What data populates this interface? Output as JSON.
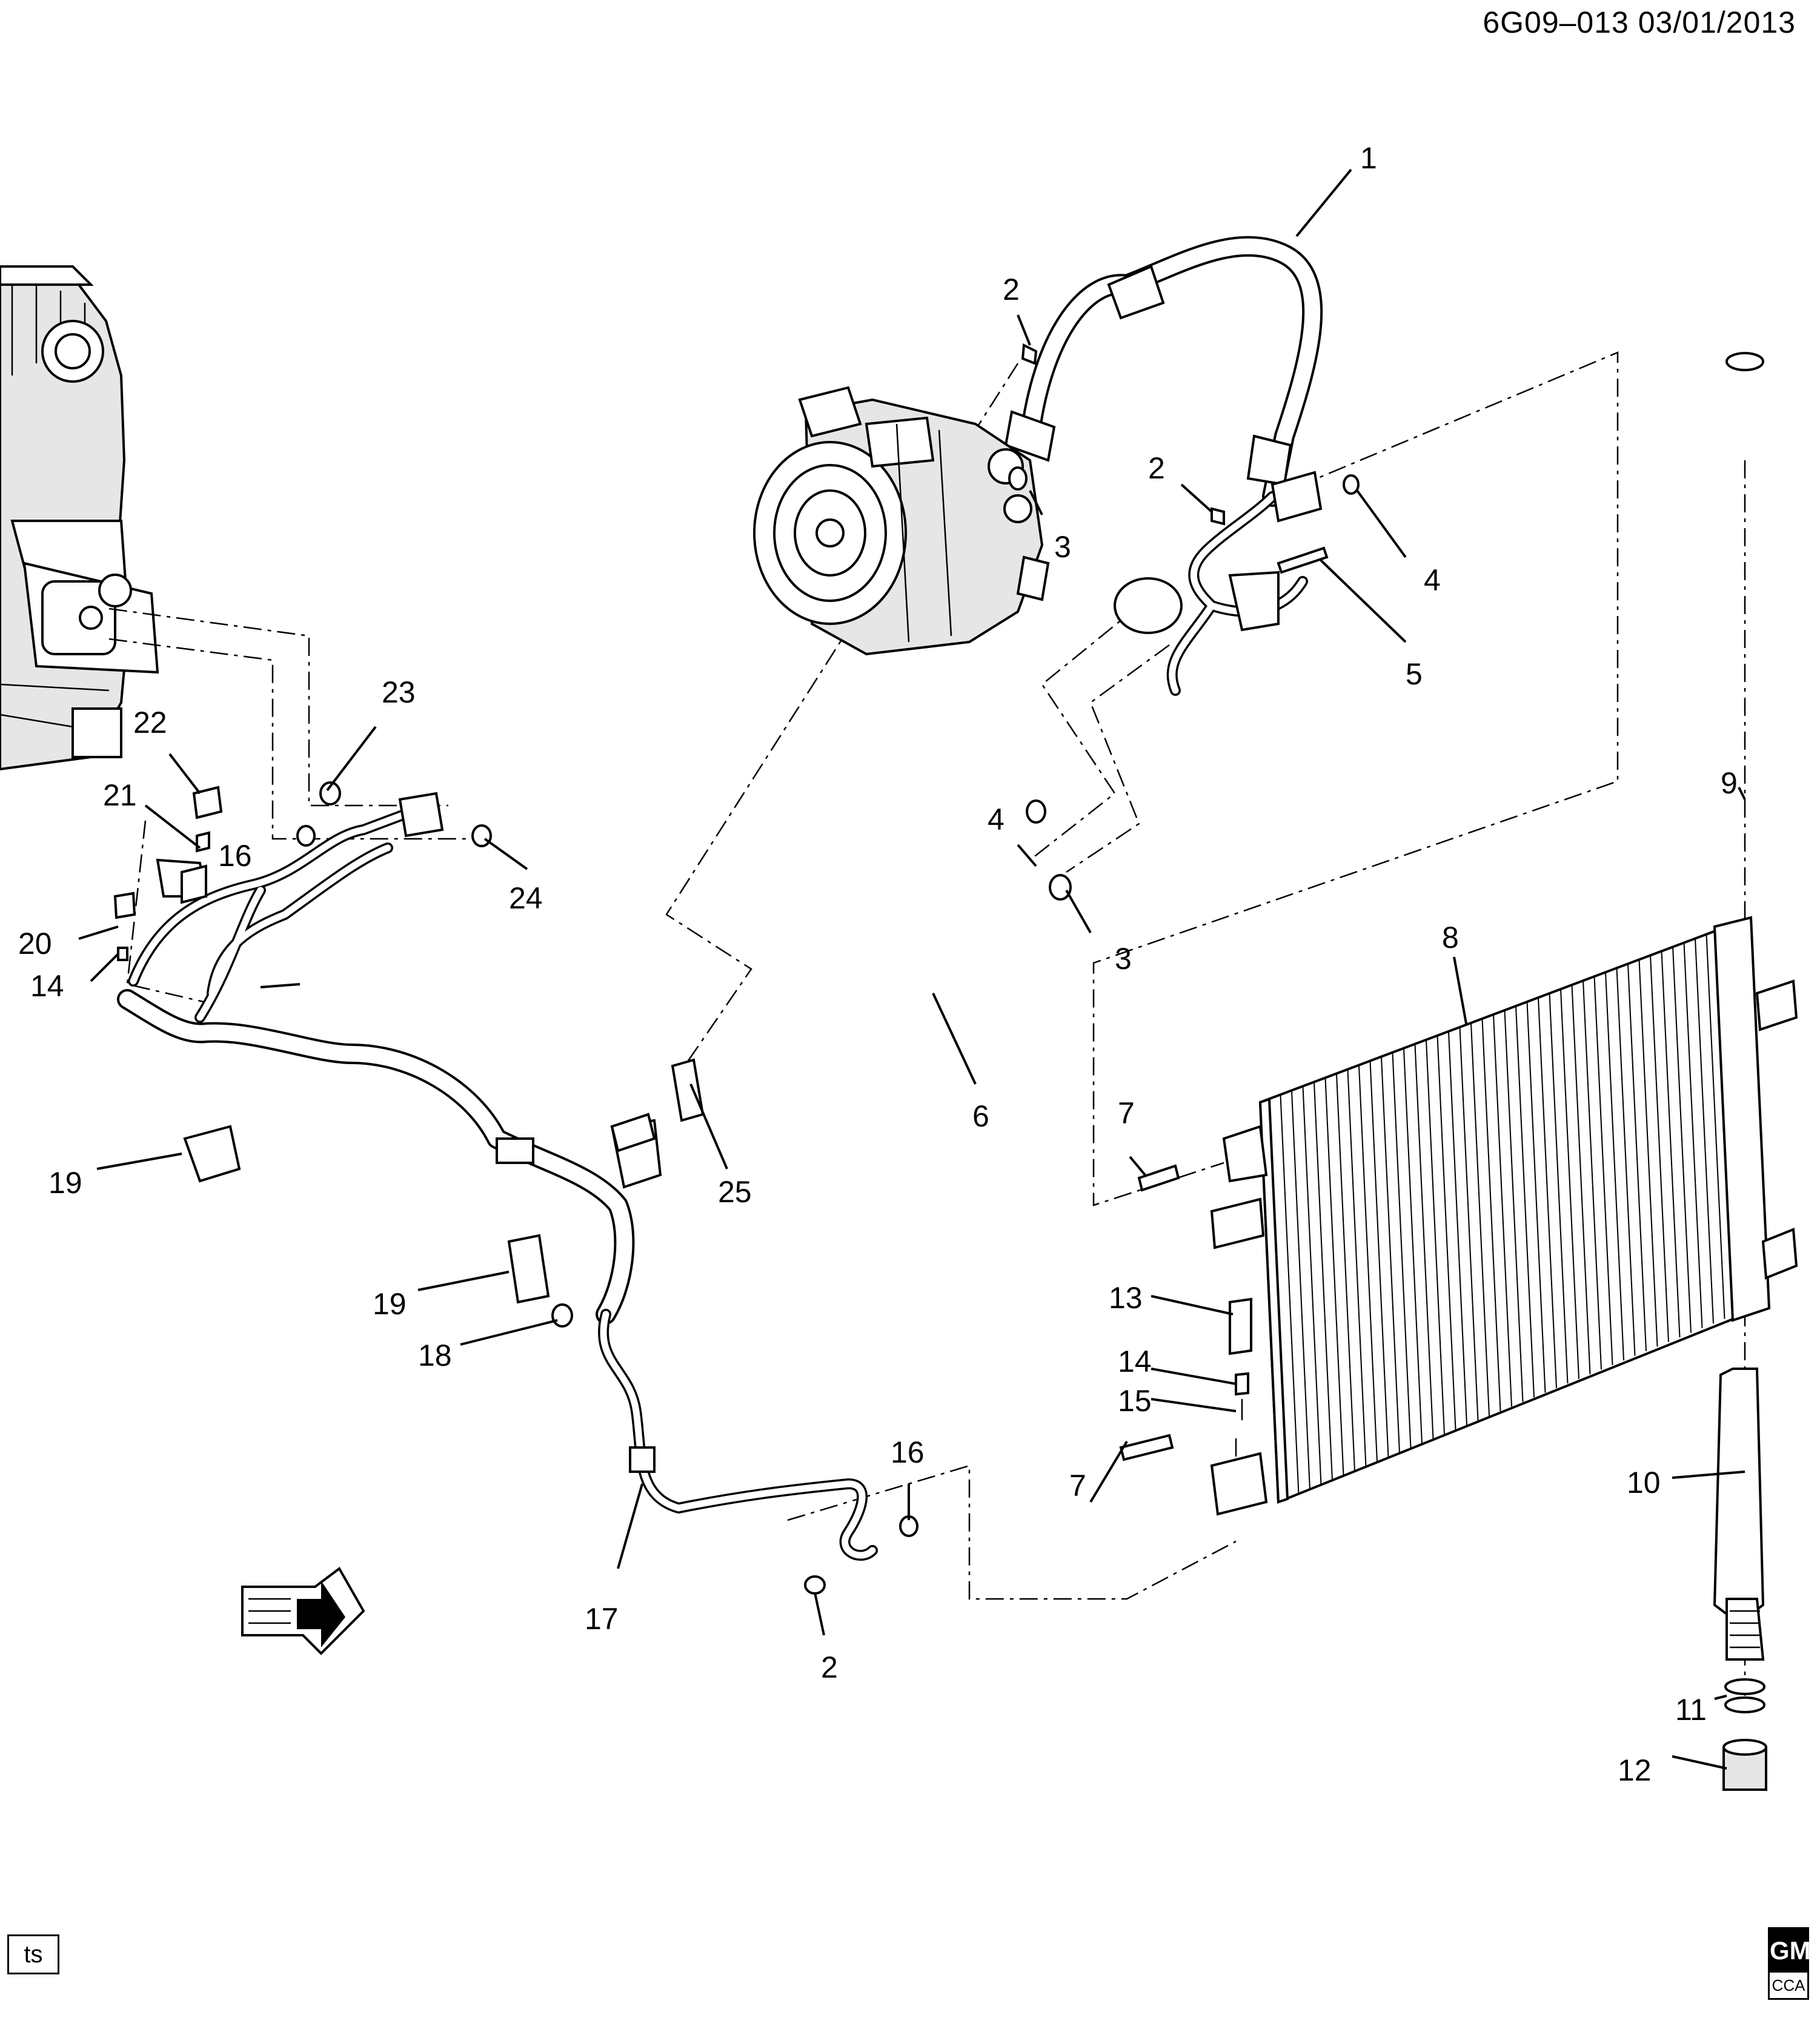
{
  "header": {
    "doc_id": "6G09–013  03/01/2013"
  },
  "footer": {
    "tag": "ts",
    "logo_top": "GM",
    "logo_bottom": "CCA"
  },
  "callouts": {
    "c1": "1",
    "c2a": "2",
    "c2b": "2",
    "c2c": "2",
    "c3a": "3",
    "c3b": "3",
    "c4a": "4",
    "c4b": "4",
    "c5": "5",
    "c6": "6",
    "c7a": "7",
    "c7b": "7",
    "c8": "8",
    "c9": "9",
    "c10": "10",
    "c11": "11",
    "c12": "12",
    "c13": "13",
    "c14a": "14",
    "c14b": "14",
    "c15": "15",
    "c16a": "16",
    "c16b": "16",
    "c17": "17",
    "c18": "18",
    "c19a": "19",
    "c19b": "19",
    "c20": "20",
    "c21": "21",
    "c22": "22",
    "c23": "23",
    "c24": "24",
    "c25": "25"
  }
}
